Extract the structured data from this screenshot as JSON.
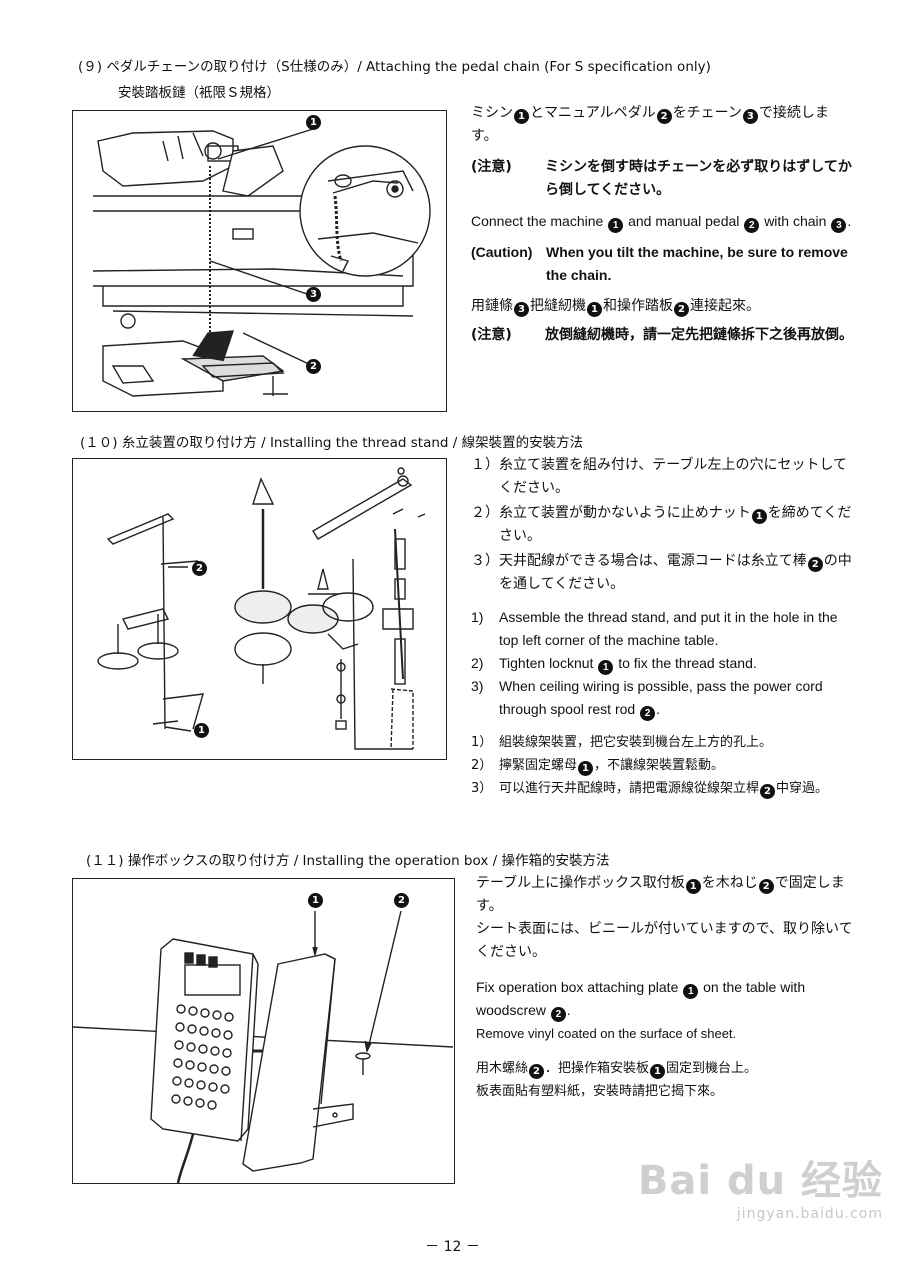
{
  "s9": {
    "title": "(９) ペダルチェーンの取り付け（S仕様のみ）/ Attaching the pedal chain (For S specification only)",
    "subtitle": "安裝踏板鏈（衹限Ｓ規格）",
    "jp": [
      "ミシン",
      "とマニュアルペダル",
      "をチェーン",
      "で接続します。"
    ],
    "jp_caution_label": "(注意)",
    "jp_caution": "ミシンを倒す時はチェーンを必ず取りはずしてから倒してください。",
    "en": [
      "Connect the machine",
      "and manual pedal",
      "with chain",
      "."
    ],
    "en_caution_label": "(Caution)",
    "en_caution": "When you tilt the machine, be sure to remove the chain.",
    "zh": [
      "用鏈條",
      "把縫紉機",
      "和操作踏板",
      "連接起來。"
    ],
    "zh_caution_label": "(注意)",
    "zh_caution": "放倒縫紉機時，請一定先把鏈條拆下之後再放倒。",
    "callouts": [
      "1",
      "3",
      "2"
    ]
  },
  "s10": {
    "title": "(１０) 糸立装置の取り付け方 / Installing the thread stand / 線架裝置的安裝方法",
    "jp": [
      {
        "n": "１）",
        "a": "糸立て装置を組み付け、テーブル左上の穴にセットしてください。"
      },
      {
        "n": "２）",
        "a": "糸立て装置が動かないように止めナット",
        "b": "を締めてください。"
      },
      {
        "n": "３）",
        "a": "天井配線ができる場合は、電源コードは糸立て棒",
        "b": "の中を通してください。"
      }
    ],
    "en": [
      {
        "n": "1)",
        "a": "Assemble the thread stand, and put it in the hole in the top left corner of the machine table."
      },
      {
        "n": "2)",
        "a": "Tighten locknut",
        "b": "to fix the thread stand."
      },
      {
        "n": "3)",
        "a": "When ceiling wiring is possible, pass the power cord through spool rest rod",
        "b": "."
      }
    ],
    "zh": [
      {
        "n": "1）",
        "a": "組裝線架裝置，把它安裝到機台左上方的孔上。"
      },
      {
        "n": "2）",
        "a": "擰緊固定螺母",
        "b": "，不讓線架裝置鬆動。"
      },
      {
        "n": "3）",
        "a": "可以進行天井配線時，請把電源線從線架立桿",
        "b": "中穿過。"
      }
    ],
    "callouts": [
      "2",
      "1"
    ]
  },
  "s11": {
    "title": "(１１) 操作ボックスの取り付け方 / Installing the operation box / 操作箱的安裝方法",
    "jp1": [
      "テーブル上に操作ボックス取付板",
      "を木ねじ",
      "で固定します。"
    ],
    "jp2": "シート表面には、ビニールが付いていますので、取り除いてください。",
    "en1": [
      "Fix operation box attaching plate",
      "on the table with woodscrew",
      "."
    ],
    "en2": "Remove vinyl coated on the surface of sheet.",
    "zh1": [
      "用木螺絲",
      "．把操作箱安裝板",
      "固定到機台上。"
    ],
    "zh2": "板表面貼有塑料紙，安裝時請把它揭下來。",
    "callouts": [
      "1",
      "2"
    ]
  },
  "page_number": "－ 12 －",
  "watermark": {
    "brand": "Bai du 经验",
    "url": "jingyan.baidu.com"
  }
}
